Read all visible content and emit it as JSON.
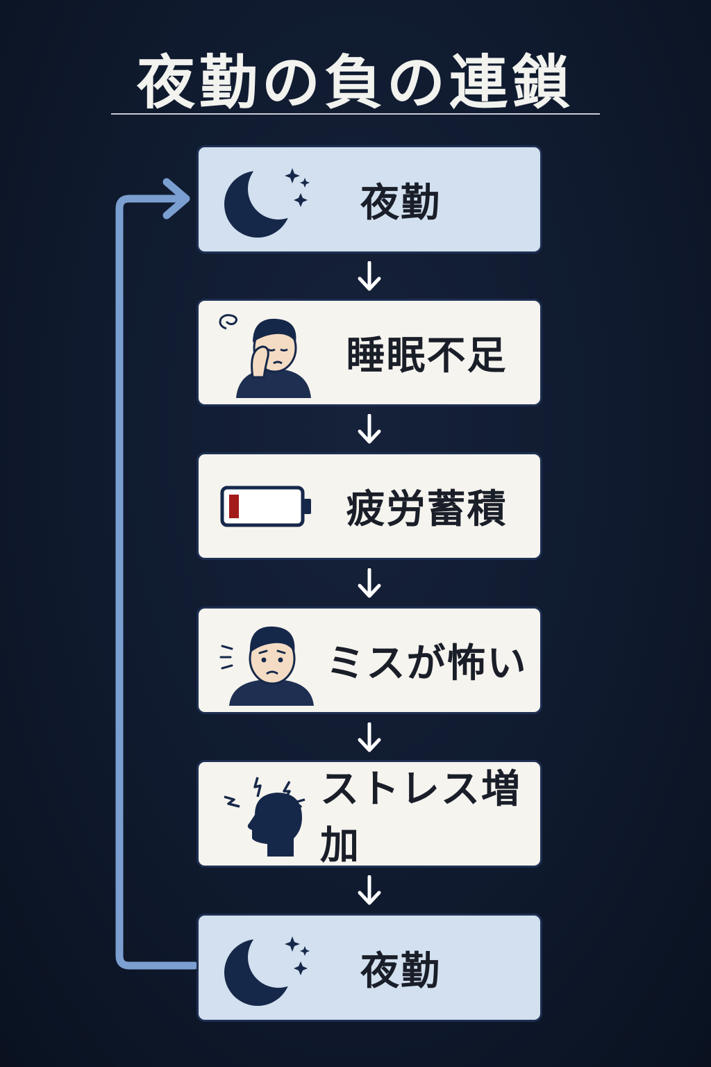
{
  "title": "夜勤の負の連鎖",
  "colors": {
    "background": "#0f1a2e",
    "night_box_fill": "#d2e0ef",
    "step_box_fill": "#f6f4ef",
    "box_border": "#1e2f52",
    "loop_arrow": "#7b9fd0",
    "down_arrow": "#ffffff",
    "battery_low": "#a31b1b"
  },
  "steps": [
    {
      "label": "夜勤",
      "icon": "moon-stars-icon"
    },
    {
      "label": "睡眠不足",
      "icon": "tired-person-icon"
    },
    {
      "label": "疲労蓄積",
      "icon": "low-battery-icon"
    },
    {
      "label": "ミスが怖い",
      "icon": "worried-person-icon"
    },
    {
      "label": "ストレス増加",
      "icon": "stressed-head-icon"
    },
    {
      "label": "夜勤",
      "icon": "moon-stars-icon"
    }
  ]
}
